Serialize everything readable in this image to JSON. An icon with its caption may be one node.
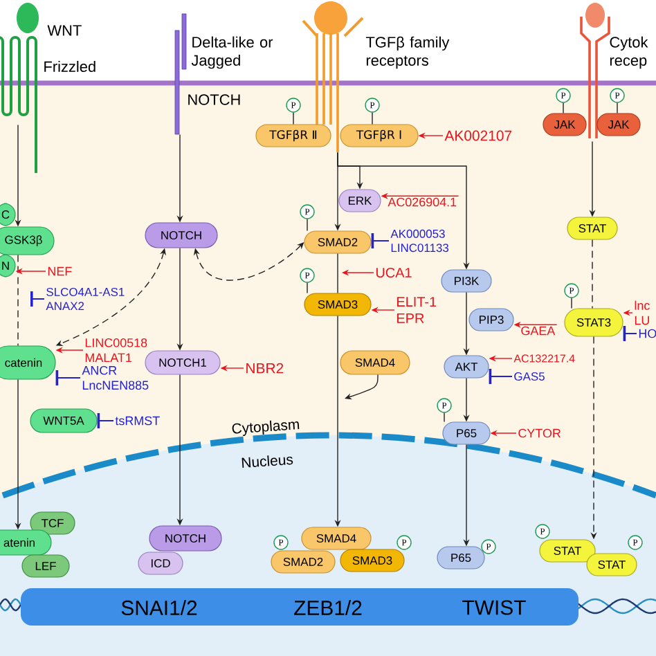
{
  "diagram": {
    "nodes": [
      {
        "text": [],
        "shape": "receptor",
        "beside": [
          "WNT",
          "Frizzled"
        ]
      },
      {
        "text": [],
        "shape": "receptor",
        "beside": [
          "Delta-like or Jagged",
          "NOTCH"
        ]
      },
      {
        "text": [],
        "shape": "receptor",
        "beside": [
          "TGFβ family receptors"
        ]
      },
      {
        "text": [],
        "shape": "receptor",
        "beside": [
          "Cytok recep"
        ]
      },
      {
        "text": [
          "TGFβR Ⅱ"
        ]
      },
      {
        "text": [
          "TGFβR Ⅰ"
        ]
      },
      {
        "text": [
          "JAK"
        ]
      },
      {
        "text": [
          "JAK"
        ]
      },
      {
        "text": [
          "P"
        ]
      },
      {
        "text": [
          "P"
        ]
      },
      {
        "text": [
          "P"
        ]
      },
      {
        "text": [
          "P"
        ]
      },
      {
        "text": [
          "AK002107"
        ]
      },
      {
        "text": [
          "C"
        ]
      },
      {
        "text": [
          "GSK3β"
        ]
      },
      {
        "text": [
          "N"
        ]
      },
      {
        "text": [
          "NEF"
        ]
      },
      {
        "text": [
          "SLCO4A1-AS1 ANAX2"
        ]
      },
      {
        "text": [
          "catenin"
        ]
      },
      {
        "text": [
          "LINC00518 MALAT1"
        ]
      },
      {
        "text": [
          "ANCR LncNEN885"
        ]
      },
      {
        "text": [
          "WNT5A"
        ]
      },
      {
        "text": [
          "tsRMST"
        ]
      },
      {
        "text": [
          "NOTCH"
        ]
      },
      {
        "text": [
          "NOTCH1"
        ]
      },
      {
        "text": [
          "NBR2"
        ]
      },
      {
        "text": [
          "ERK"
        ]
      },
      {
        "text": [
          "AC026904.1"
        ]
      },
      {
        "text": [
          "SMAD2"
        ]
      },
      {
        "text": [
          "P"
        ]
      },
      {
        "text": [
          "AK000053 LINC01133"
        ]
      },
      {
        "text": [
          "UCA1"
        ]
      },
      {
        "text": [
          "SMAD3"
        ]
      },
      {
        "text": [
          "P"
        ]
      },
      {
        "text": [
          "ELIT-1 EPR"
        ]
      },
      {
        "text": [
          "SMAD4"
        ]
      },
      {
        "text": [
          "PI3K"
        ]
      },
      {
        "text": [
          "PIP3"
        ]
      },
      {
        "text": [
          "GAEA"
        ]
      },
      {
        "text": [
          "AKT"
        ]
      },
      {
        "text": [
          "AC132217.4"
        ]
      },
      {
        "text": [
          "GAS5"
        ]
      },
      {
        "text": [
          "P65"
        ]
      },
      {
        "text": [
          "P"
        ]
      },
      {
        "text": [
          "CYTOR"
        ]
      },
      {
        "text": [
          "STAT"
        ]
      },
      {
        "text": [
          "STAT3"
        ]
      },
      {
        "text": [
          "P"
        ]
      },
      {
        "text": [
          "lnc LU"
        ]
      },
      {
        "text": [
          "HO"
        ]
      },
      {
        "text": [
          "TCF"
        ]
      },
      {
        "text": [
          "atenin"
        ]
      },
      {
        "text": [
          "LEF"
        ]
      },
      {
        "text": [
          "NOTCH"
        ]
      },
      {
        "text": [
          "ICD"
        ]
      },
      {
        "text": [
          "P"
        ]
      },
      {
        "text": [
          "SMAD4"
        ]
      },
      {
        "text": [
          "SMAD2"
        ]
      },
      {
        "text": [
          "SMAD3"
        ]
      },
      {
        "text": [
          "P"
        ]
      },
      {
        "text": [
          "P65"
        ]
      },
      {
        "text": [
          "P"
        ]
      },
      {
        "text": [
          "P"
        ]
      },
      {
        "text": [
          "STAT"
        ]
      },
      {
        "text": [
          "STAT"
        ]
      },
      {
        "text": [
          "P"
        ]
      },
      {
        "text": [
          "SNAI1/2",
          "ZEB1/2",
          "TWIST"
        ]
      }
    ],
    "edges": [
      {
        "from": 0,
        "to": 14,
        "arrow": "to"
      },
      {
        "from": 14,
        "to": 18,
        "arrow": "none",
        "style": "dashed"
      },
      {
        "from": 18,
        "to": 51,
        "arrow": "to"
      },
      {
        "from": 16,
        "to": 15,
        "arrow": "to",
        "color": "#e8141e"
      },
      {
        "from": 17,
        "to": null,
        "arrow": "other",
        "color": "#2323d0"
      },
      {
        "from": 19,
        "to": 18,
        "arrow": "to",
        "color": "#e8141e"
      },
      {
        "from": 20,
        "to": 18,
        "arrow": "other",
        "color": "#2323d0"
      },
      {
        "from": 22,
        "to": 21,
        "arrow": "other",
        "color": "#2323d0"
      },
      {
        "from": 1,
        "to": 23,
        "arrow": "to"
      },
      {
        "from": 23,
        "to": 24,
        "arrow": "to"
      },
      {
        "from": 24,
        "to": 53,
        "arrow": "to"
      },
      {
        "from": 25,
        "to": 24,
        "arrow": "to",
        "color": "#e8141e"
      },
      {
        "from": 23,
        "to": 18,
        "arrow": "both",
        "style": "dashed"
      },
      {
        "from": 23,
        "to": 28,
        "arrow": "both",
        "style": "dashed"
      },
      {
        "from": 12,
        "to": 5,
        "arrow": "to",
        "color": "#e8141e"
      },
      {
        "from": 2,
        "to": 26,
        "arrow": "to"
      },
      {
        "from": 2,
        "to": 28,
        "arrow": "to"
      },
      {
        "from": 2,
        "to": 36,
        "arrow": "to"
      },
      {
        "from": 27,
        "to": 26,
        "arrow": "to",
        "color": "#e8141e"
      },
      {
        "from": 30,
        "to": 28,
        "arrow": "other",
        "color": "#2323d0"
      },
      {
        "from": 31,
        "to": null,
        "arrow": "to",
        "color": "#e8141e"
      },
      {
        "from": 28,
        "to": 32,
        "arrow": "none"
      },
      {
        "from": 34,
        "to": 32,
        "arrow": "to",
        "color": "#e8141e"
      },
      {
        "from": 32,
        "to": 56,
        "arrow": "to"
      },
      {
        "from": 35,
        "to": null,
        "arrow": "to"
      },
      {
        "from": 36,
        "to": 39,
        "arrow": "to"
      },
      {
        "from": 38,
        "to": 37,
        "arrow": "to",
        "color": "#e8141e"
      },
      {
        "from": 40,
        "to": 39,
        "arrow": "to",
        "color": "#e8141e"
      },
      {
        "from": 41,
        "to": 39,
        "arrow": "other",
        "color": "#2323d0"
      },
      {
        "from": 39,
        "to": 42,
        "arrow": "to"
      },
      {
        "from": 42,
        "to": 60,
        "arrow": "to"
      },
      {
        "from": 44,
        "to": 42,
        "arrow": "to",
        "color": "#e8141e"
      },
      {
        "from": 3,
        "to": 45,
        "arrow": "to"
      },
      {
        "from": 45,
        "to": 46,
        "arrow": "none",
        "style": "dashed"
      },
      {
        "from": 46,
        "to": 63,
        "arrow": "to",
        "style": "dashed"
      },
      {
        "from": 48,
        "to": 46,
        "arrow": "to",
        "color": "#e8141e"
      },
      {
        "from": 49,
        "to": 46,
        "arrow": "other",
        "color": "#2323d0"
      },
      {
        "from": 8,
        "to": 4,
        "arrow": "none"
      },
      {
        "from": 9,
        "to": 5,
        "arrow": "none"
      },
      {
        "from": 10,
        "to": 6,
        "arrow": "none"
      },
      {
        "from": 11,
        "to": 7,
        "arrow": "none"
      },
      {
        "from": 29,
        "to": 28,
        "arrow": "none"
      },
      {
        "from": 33,
        "to": 32,
        "arrow": "none"
      },
      {
        "from": 43,
        "to": 42,
        "arrow": "none"
      },
      {
        "from": 47,
        "to": 46,
        "arrow": "none"
      }
    ],
    "labels": [
      "Cytoplasm",
      "Nucleus"
    ]
  }
}
